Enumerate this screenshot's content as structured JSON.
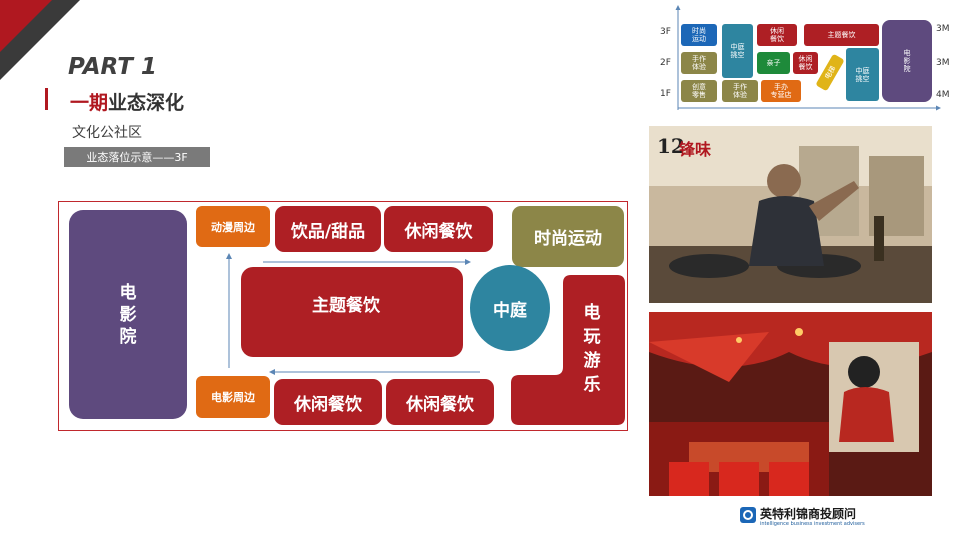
{
  "header": {
    "part": "PART 1",
    "title_highlight": "一期",
    "title_rest": "业态深化",
    "subtitle": "文化公社区",
    "tag": "业态落位示意——3F"
  },
  "plan": {
    "cinema": "电\n影\n院",
    "anime": "动漫周边",
    "drinks": "饮品/甜品",
    "casual_top": "休闲餐饮",
    "fashion_sports": "时尚运动",
    "theme_dining": "主题餐饮",
    "atrium": "中庭",
    "arcade": "电\n玩\n游\n乐",
    "movie_merch": "电影周边",
    "casual_bottom_1": "休闲餐饮",
    "casual_bottom_2": "休闲餐饮"
  },
  "legend": {
    "floors_left": [
      "3F",
      "2F",
      "1F"
    ],
    "heights_right": [
      "3M",
      "3M",
      "4M"
    ],
    "tiles": {
      "fashion_sports": "时尚\n运动",
      "atrium_a": "中庭\n挑空",
      "casual_dining_3f": "休闲\n餐饮",
      "theme_dining": "主题餐饮",
      "cinema": "电\n影\n院",
      "handcraft_2f": "手作\n体验",
      "kids": "亲子",
      "casual_dining_2f": "休闲\n餐饮",
      "diagonal": "电梯",
      "atrium_b": "中庭\n挑空",
      "creative_retail": "创意\n零售",
      "handcraft_1f": "手作\n体验",
      "handmade_shop": "手办\n专营店"
    }
  },
  "photos": {
    "top_logo": "12",
    "top_logo_cn": "锋味"
  },
  "brand": {
    "name": "英特利锦商投顾问",
    "tagline": "intelligence business investment advisers"
  },
  "colors": {
    "red": "#ae1f24",
    "purple": "#5e4a7e",
    "orange": "#e06a14",
    "olive": "#8c8648",
    "teal": "#2e85a0",
    "blue": "#1c67b7"
  }
}
